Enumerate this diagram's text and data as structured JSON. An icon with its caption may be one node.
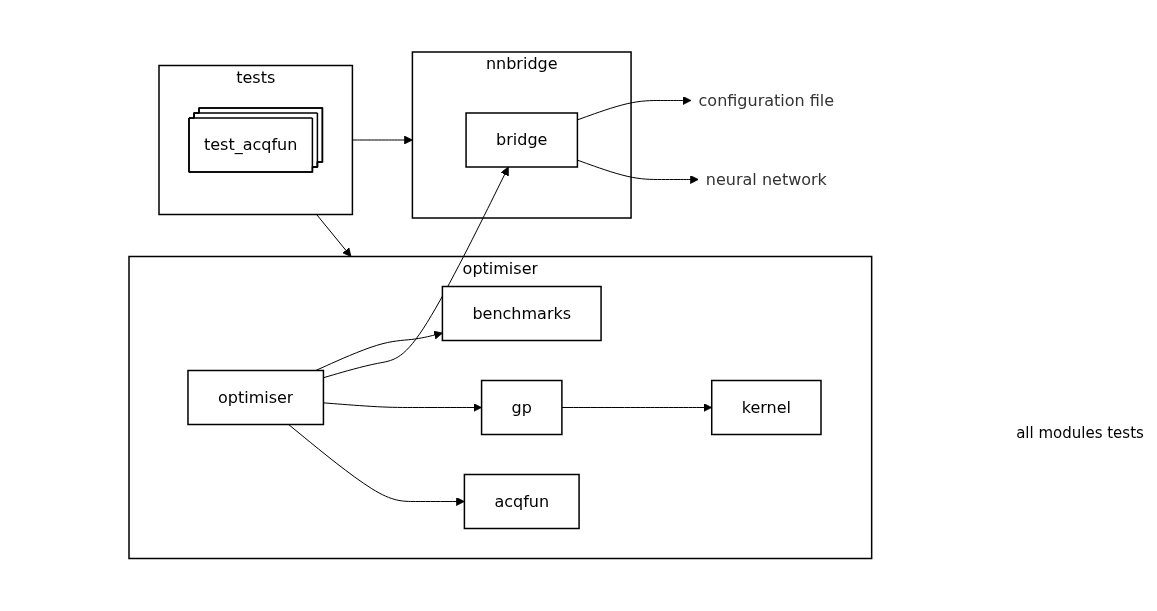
{
  "diagram": {
    "nodes": [
      {
        "text": [
          "optimiser"
        ]
      },
      {
        "text": [
          "benchmarks"
        ],
        "in": 0
      },
      {
        "text": [
          "optimiser"
        ],
        "in": 0
      },
      {
        "text": [
          "kernel"
        ],
        "in": 0
      },
      {
        "text": [
          "gp"
        ],
        "in": 0
      },
      {
        "text": [
          "acqfun"
        ],
        "in": 0
      },
      {
        "text": [
          "nnbridge"
        ]
      },
      {
        "text": [
          "bridge"
        ],
        "in": 6
      },
      {
        "text": [
          "tests"
        ]
      },
      {
        "text": [
          "test_acqfun"
        ],
        "in": 8
      },
      {
        "text": [
          "configuration file"
        ]
      },
      {
        "text": [
          "neural network"
        ]
      }
    ],
    "edges": [
      {
        "from": 2,
        "to": 1,
        "arrow": "to"
      },
      {
        "from": 2,
        "to": 7,
        "arrow": "to"
      },
      {
        "from": 2,
        "to": 4,
        "arrow": "to"
      },
      {
        "from": 2,
        "to": 5,
        "arrow": "to"
      },
      {
        "from": 4,
        "to": 3,
        "arrow": "to"
      },
      {
        "from": 7,
        "to": 10,
        "arrow": "to"
      },
      {
        "from": 7,
        "to": 11,
        "arrow": "to"
      },
      {
        "from": 8,
        "to": 6,
        "arrow": "to"
      },
      {
        "from": 8,
        "to": 0,
        "arrow": "to"
      }
    ],
    "labels": [
      "all modules tests"
    ]
  }
}
